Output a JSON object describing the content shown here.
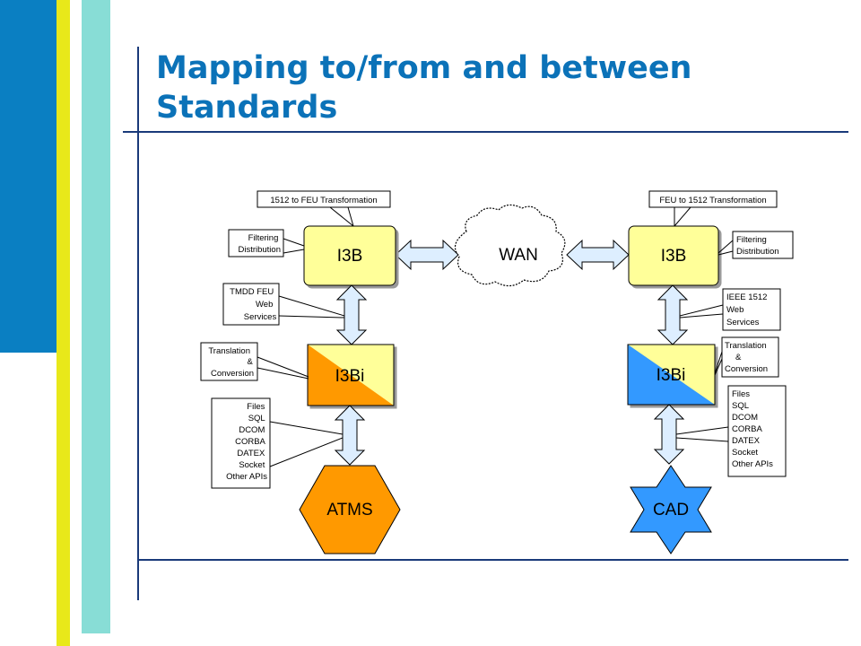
{
  "slide": {
    "title_line1": "Mapping to/from and between",
    "title_line2": "Standards"
  },
  "diagram": {
    "left": {
      "i3b": "I3B",
      "i3bi": "I3Bi",
      "endpoint": "ATMS",
      "transform_note": "1512 to FEU Transformation",
      "filter_note": [
        "Filtering",
        "Distribution"
      ],
      "services_note": [
        "TMDD FEU",
        "Web",
        "Services"
      ],
      "translation_note": [
        "Translation",
        "&",
        "Conversion"
      ],
      "interfaces_note": [
        "Files",
        "SQL",
        "DCOM",
        "CORBA",
        "DATEX",
        "Socket",
        "Other APIs"
      ]
    },
    "center": {
      "wan": "WAN"
    },
    "right": {
      "i3b": "I3B",
      "i3bi": "I3Bi",
      "endpoint": "CAD",
      "transform_note": "FEU to 1512 Transformation",
      "filter_note": [
        "Filtering",
        "Distribution"
      ],
      "services_note": [
        "IEEE 1512",
        "Web",
        "Services"
      ],
      "translation_note": [
        "Translation",
        "&",
        "Conversion"
      ],
      "interfaces_note": [
        "Files",
        "SQL",
        "DCOM",
        "CORBA",
        "DATEX",
        "Socket",
        "Other APIs"
      ]
    },
    "colors": {
      "i3b_fill": "#ffff99",
      "atms_fill": "#ff9900",
      "cad_fill": "#3399ff",
      "arrow_fill": "#ddeeff"
    }
  }
}
